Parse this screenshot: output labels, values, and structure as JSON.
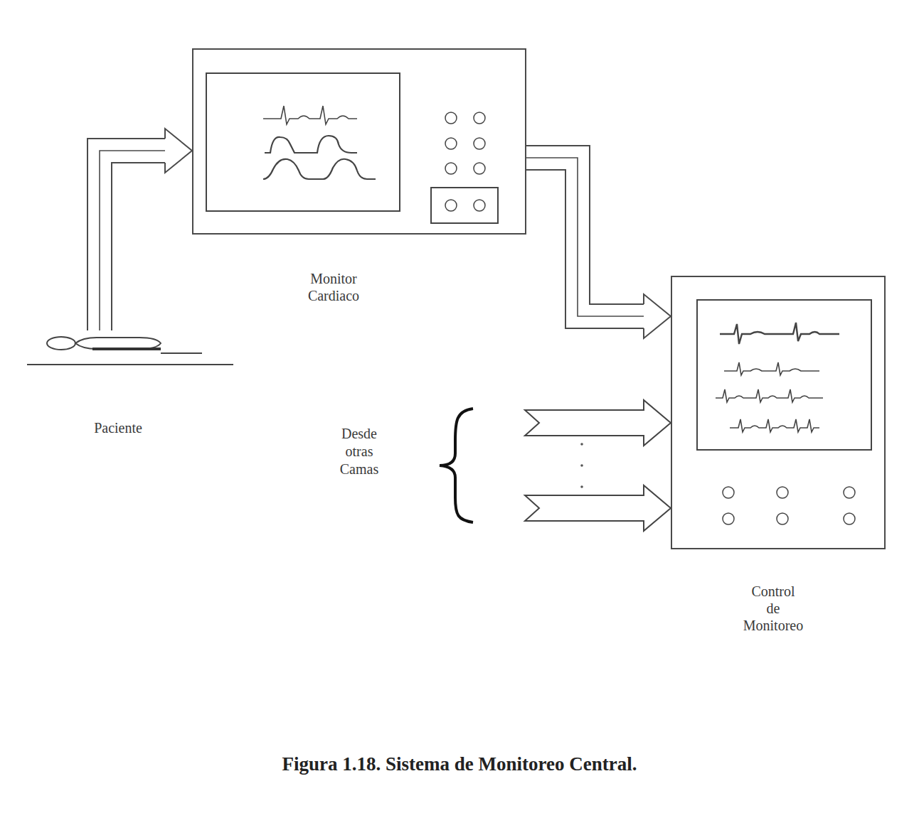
{
  "diagram": {
    "caption": "Figura 1.18. Sistema de Monitoreo Central.",
    "nodes": [
      {
        "text": [
          "Paciente"
        ]
      },
      {
        "text": [
          "Monitor Cardiaco"
        ]
      },
      {
        "text": [
          "Control de Monitoreo"
        ]
      }
    ],
    "edges": [
      {
        "from": 0,
        "to": 1,
        "arrow": "to"
      },
      {
        "from": 1,
        "to": 2,
        "arrow": "to"
      }
    ],
    "labels": [
      "Desde otras Camas"
    ]
  }
}
